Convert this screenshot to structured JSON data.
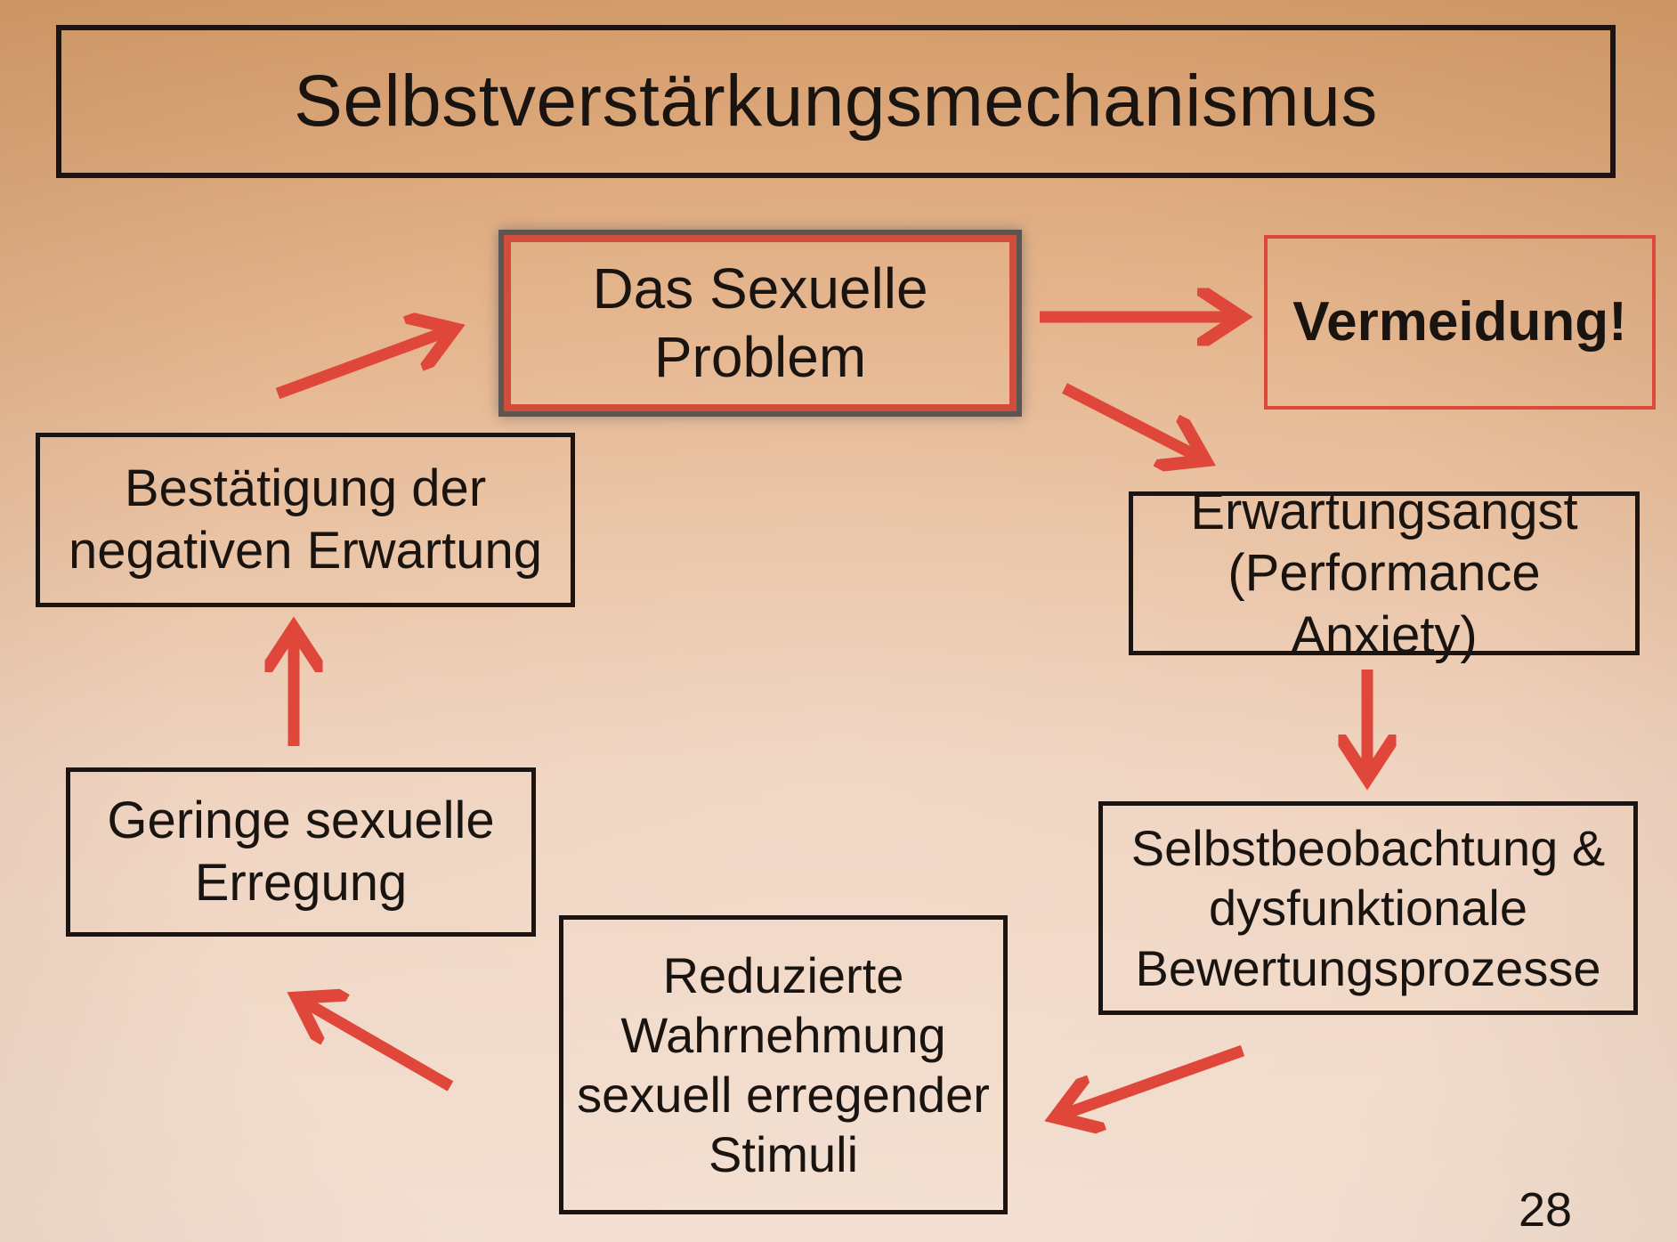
{
  "title": "Selbstverstärkungsmechanismus",
  "nodes": {
    "problem": "Das Sexuelle\nProblem",
    "avoidance": "Vermeidung!",
    "anxiety": "Erwartungsangst\n(Performance Anxiety)",
    "self_observation": "Selbstbeobachtung &\ndysfunktionale\nBewertungsprozesse",
    "reduced_perception": "Reduzierte\nWahrnehmung\nsexuell erregender\nStimuli",
    "low_arousal": "Geringe sexuelle\nErregung",
    "confirmation": "Bestätigung der\nnegativen Erwartung"
  },
  "page_number": "28",
  "colors": {
    "arrow": "#e0473b",
    "box_border": "#1c1410",
    "highlight_border": "#d24c3c",
    "highlight_outline": "#5b5553"
  }
}
